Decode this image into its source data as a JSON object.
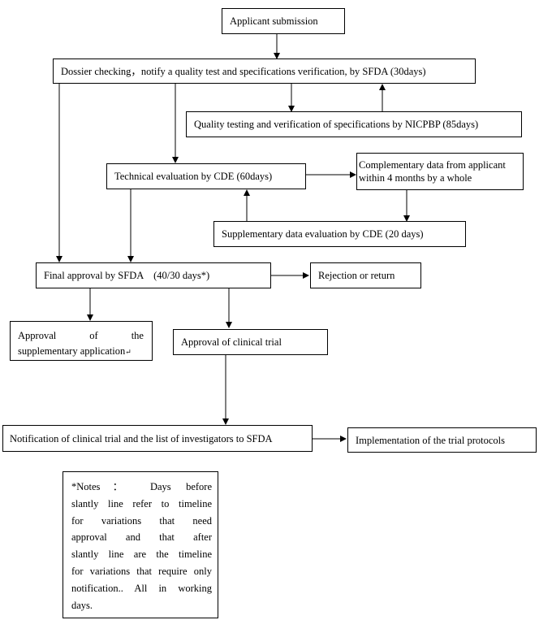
{
  "boxes": {
    "applicant_submission": "Applicant submission",
    "dossier_checking": "Dossier checking，notify a quality test and specifications verification, by SFDA (30days)",
    "quality_testing": "Quality testing and verification of specifications by NICPBP (85days)",
    "technical_evaluation": "Technical evaluation by CDE (60days)",
    "complementary_data_line1": "Complementary data from applicant",
    "complementary_data_line2": "within 4 months by a whole",
    "supplementary_evaluation": "Supplementary data evaluation by CDE (20 days)",
    "final_approval": "Final approval by SFDA　(40/30 days*)",
    "rejection": "Rejection or return",
    "supplementary_application_line1_word1": "Approval",
    "supplementary_application_line1_word2": "of",
    "supplementary_application_line1_word3": "the",
    "supplementary_application_line2": "supplementary application",
    "return_mark": "↵",
    "approval_clinical_trial": "Approval of clinical trial",
    "notification": "Notification of clinical trial and the list of investigators to SFDA",
    "implementation": "Implementation of the trial protocols"
  },
  "note": {
    "lines": [
      "*Notes： Days before",
      "slantly line refer to timeline",
      "for variations that need",
      "approval and that after",
      "slantly line are the timeline",
      "for variations that require only",
      "notification.. All in working",
      "days."
    ]
  }
}
